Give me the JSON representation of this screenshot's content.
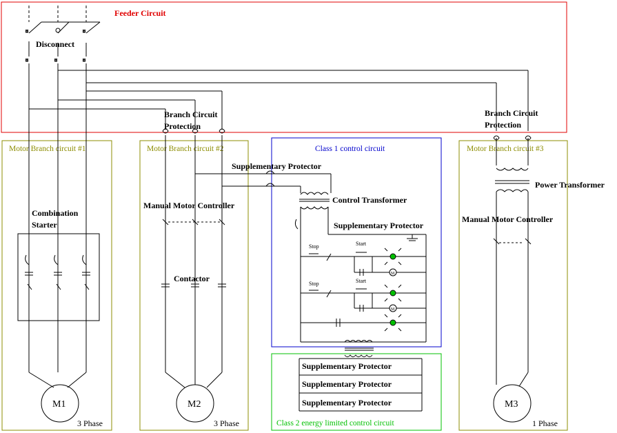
{
  "feeder": {
    "title": "Feeder Circuit",
    "disconnect": "Disconnect"
  },
  "branch_protection": {
    "left_line1": "Branch Circuit",
    "left_line2": "Protection",
    "right_line1": "Branch Circuit",
    "right_line2": "Protection"
  },
  "motor1": {
    "box_title": "Motor Branch circuit #1",
    "starter_line1": "Combination",
    "starter_line2": "Starter",
    "motor": "M1",
    "phase": "3 Phase"
  },
  "motor2": {
    "box_title": "Motor Branch circuit #2",
    "controller": "Manual Motor Controller",
    "contactor": "Contactor",
    "motor": "M2",
    "phase": "3 Phase"
  },
  "motor3": {
    "box_title": "Motor Branch circuit #3",
    "power_transformer": "Power Transformer",
    "controller": "Manual Motor Controller",
    "motor": "M3",
    "phase": "1 Phase"
  },
  "class1": {
    "box_title": "Class 1 control circuit",
    "supp_top": "Supplementary Protector",
    "control_transformer": "Control Transformer",
    "supp_inner": "Supplementary Protector",
    "stop1": "Stop",
    "start1": "Start",
    "stop2": "Stop",
    "start2": "Start",
    "m_a": "M",
    "m_b": "M"
  },
  "class2": {
    "box_title": "Class 2 energy limited control circuit",
    "protectors": [
      "Supplementary Protector",
      "Supplementary Protector",
      "Supplementary Protector"
    ]
  },
  "colors": {
    "feeder": "#e00000",
    "motor_boxes": "#8c8c00",
    "class1": "#0000cc",
    "class2": "#00c000",
    "lamp": "#00c000"
  },
  "icons": [
    "fuse-icon",
    "circuit-breaker-icon",
    "transformer-icon",
    "contact-icon",
    "motor-icon",
    "pilot-lamp-icon"
  ]
}
